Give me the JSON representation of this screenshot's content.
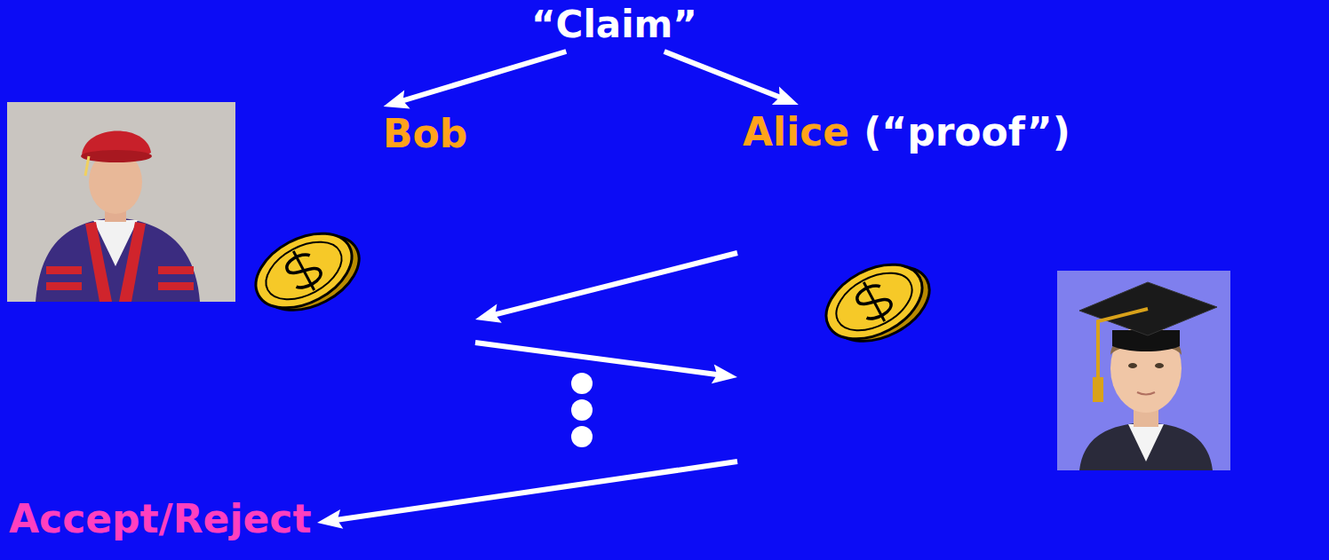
{
  "diagram": {
    "nodes": [
      {
        "text": [
          "“Claim”"
        ]
      },
      {
        "text": [
          "Bob"
        ]
      },
      {
        "text": [
          "Alice",
          "(“proof”)"
        ]
      },
      {
        "text": [
          "Accept/Reject"
        ]
      }
    ],
    "edges": [
      {
        "from": 0,
        "to": 1,
        "arrow": "to"
      },
      {
        "from": 0,
        "to": 2,
        "arrow": "to"
      },
      {
        "from": 2,
        "to": 1,
        "arrow": "to"
      },
      {
        "from": 1,
        "to": 2,
        "arrow": "to"
      },
      {
        "from": 2,
        "to": 3,
        "arrow": "to"
      }
    ]
  }
}
